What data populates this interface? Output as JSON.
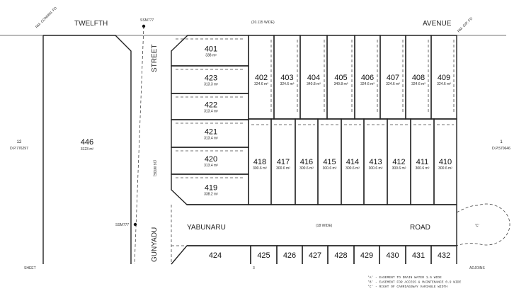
{
  "roads": {
    "twelfth": "TWELFTH",
    "avenue": "AVENUE",
    "twelfth_width": "(20.115 WIDE)",
    "street": "STREET",
    "gunyadu": "GUNYADU",
    "street_width": "(16 WIDE)",
    "yabunaru": "YABUNARU",
    "road": "ROAD",
    "road_width": "(18 WIDE)"
  },
  "marks": {
    "ssm_top": "SSM777",
    "ssm_bottom": "SSM777",
    "pm_left": "RM. CONMIN. FD",
    "pm_right": "RM. GIP. FD",
    "cul_de_sac": "'C'"
  },
  "neighbours": {
    "left_lot": "12",
    "left_dp": "D.P.776297",
    "right_lot": "1",
    "right_dp": "D.P.570646",
    "sheet": "SHEET",
    "sheet_num": "3",
    "adjoins": "ADJOINS"
  },
  "large_lot": {
    "number": "446",
    "area": "3123 m²"
  },
  "left_lots": [
    {
      "number": "401",
      "area": "338 m²"
    },
    {
      "number": "423",
      "area": "313.3 m²"
    },
    {
      "number": "422",
      "area": "313.4 m²"
    },
    {
      "number": "421",
      "area": "313.4 m²"
    },
    {
      "number": "420",
      "area": "313.4 m²"
    },
    {
      "number": "419",
      "area": "338.2 m²"
    }
  ],
  "top_lots": [
    {
      "number": "402",
      "area": "324.6 m²"
    },
    {
      "number": "403",
      "area": "324.6 m²"
    },
    {
      "number": "404",
      "area": "340.8 m²"
    },
    {
      "number": "405",
      "area": "340.8 m²"
    },
    {
      "number": "406",
      "area": "324.6 m²"
    },
    {
      "number": "407",
      "area": "324.6 m²"
    },
    {
      "number": "408",
      "area": "324.6 m²"
    },
    {
      "number": "409",
      "area": "324.6 m²"
    }
  ],
  "bottom_lots": [
    {
      "number": "418",
      "area": "300.6 m²"
    },
    {
      "number": "417",
      "area": "300.6 m²"
    },
    {
      "number": "416",
      "area": "300.6 m²"
    },
    {
      "number": "415",
      "area": "300.6 m²"
    },
    {
      "number": "414",
      "area": "300.6 m²"
    },
    {
      "number": "413",
      "area": "300.6 m²"
    },
    {
      "number": "412",
      "area": "300.6 m²"
    },
    {
      "number": "411",
      "area": "300.6 m²"
    },
    {
      "number": "410",
      "area": "300.6 m²"
    }
  ],
  "south_lots": [
    "424",
    "425",
    "426",
    "427",
    "428",
    "429",
    "430",
    "431",
    "432"
  ],
  "legend": [
    "'A' - EASEMENT TO DRAIN WATER 1.5 WIDE",
    "'B' - EASEMENT FOR ACCESS & MAINTENANCE 0.9 WIDE",
    "'C' - RIGHT OF CARRIAGEWAY VARIABLE WIDTH"
  ]
}
